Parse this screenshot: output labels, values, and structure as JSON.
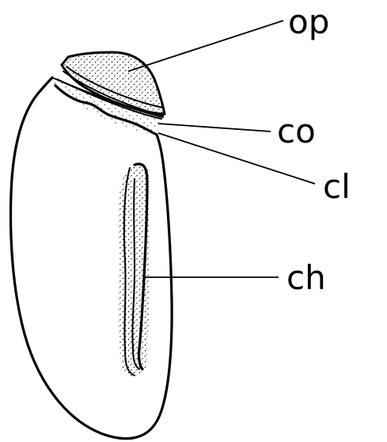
{
  "figure": {
    "labels": {
      "op": "op",
      "co": "co",
      "cl": "cl",
      "ch": "ch"
    },
    "colors": {
      "ink": "#000000",
      "background": "#ffffff",
      "stipple": "#000000"
    }
  }
}
